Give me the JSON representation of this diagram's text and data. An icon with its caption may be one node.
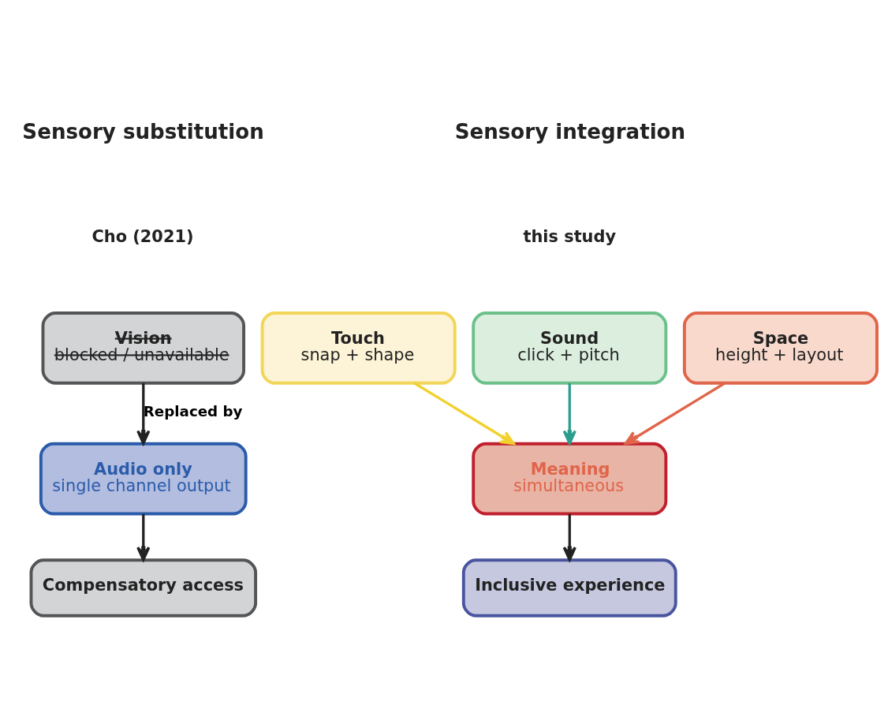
{
  "diagram": {
    "nodes": [
      {
        "text": [
          "Vision",
          "blocked / unavailable"
        ]
      },
      {
        "text": [
          "Audio only",
          "single channel output"
        ]
      },
      {
        "text": [
          "Compensatory access"
        ]
      },
      {
        "text": [
          "Touch",
          "snap + shape"
        ]
      },
      {
        "text": [
          "Sound",
          "click + pitch"
        ]
      },
      {
        "text": [
          "Space",
          "height + layout"
        ]
      },
      {
        "text": [
          "Meaning",
          "simultaneous"
        ]
      },
      {
        "text": [
          "Inclusive experience"
        ]
      }
    ],
    "edges": [
      {
        "from": 0,
        "to": 1,
        "arrow": "to",
        "label": "Replaced by"
      },
      {
        "from": 1,
        "to": 2,
        "arrow": "to"
      },
      {
        "from": 3,
        "to": 6,
        "arrow": "to",
        "color": "#f2d12e"
      },
      {
        "from": 4,
        "to": 6,
        "arrow": "to",
        "color": "#2a9d8f"
      },
      {
        "from": 5,
        "to": 6,
        "arrow": "to",
        "color": "#e0654a"
      },
      {
        "from": 6,
        "to": 7,
        "arrow": "to"
      }
    ],
    "labels": [
      "Sensory substitution",
      "Sensory integration",
      "Cho (2021)",
      "this study"
    ]
  }
}
